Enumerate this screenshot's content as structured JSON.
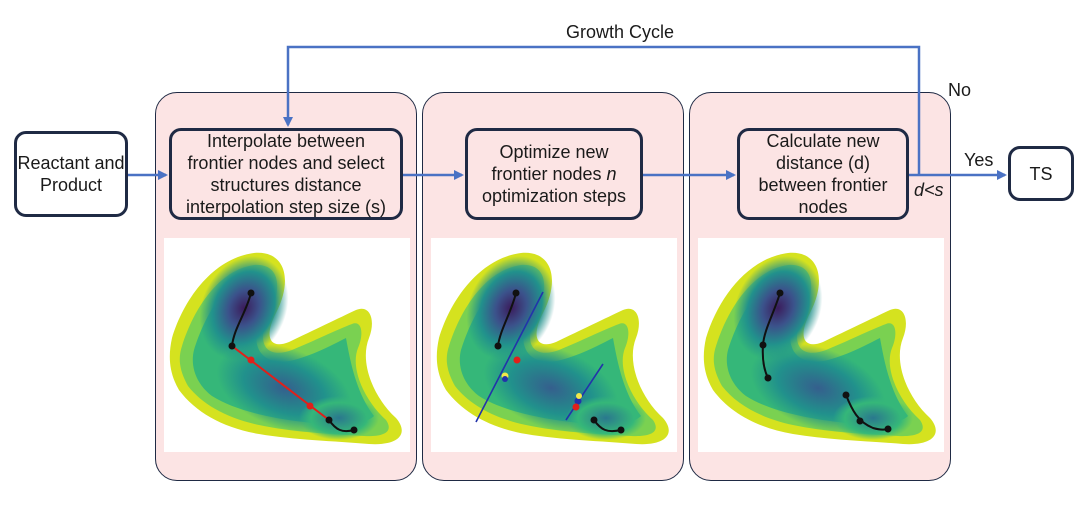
{
  "labels": {
    "growth_cycle": "Growth Cycle",
    "no": "No",
    "yes": "Yes",
    "condition": "d<s"
  },
  "nodes": {
    "start": "Reactant and Product",
    "step1": "Interpolate between frontier nodes and select structures distance interpolation step size (s)",
    "step2_pre": "Optimize new frontier nodes ",
    "step2_var": "n",
    "step2_post": " optimization steps",
    "step3": "Calculate new distance (d) between frontier nodes",
    "end": "TS"
  },
  "colors": {
    "arrow": "#4a72c4",
    "panel_fill": "#fce4e4",
    "box_border": "#1f2a44",
    "path_red": "#e0201a",
    "line_blue": "#2233aa"
  }
}
